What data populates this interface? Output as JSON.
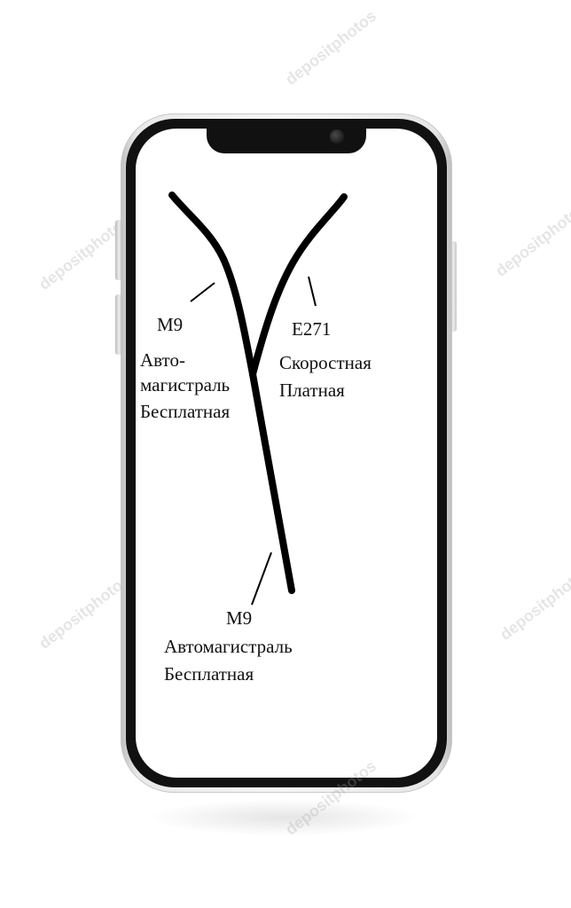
{
  "watermark": {
    "text": "depositphotos"
  },
  "routes": {
    "left_branch": {
      "road": "M9",
      "line1": "Авто-",
      "line2": "магистраль",
      "line3": "Бесплатная"
    },
    "right_branch": {
      "road": "E271",
      "line1": "Скоростная",
      "line2": "Платная"
    },
    "trunk": {
      "road": "M9",
      "line1": "Автомагистраль",
      "line2": "Бесплатная"
    }
  },
  "colors": {
    "road": "#000000",
    "screen": "#ffffff",
    "bezel": "#111111",
    "frame": "#e9e9e9"
  }
}
